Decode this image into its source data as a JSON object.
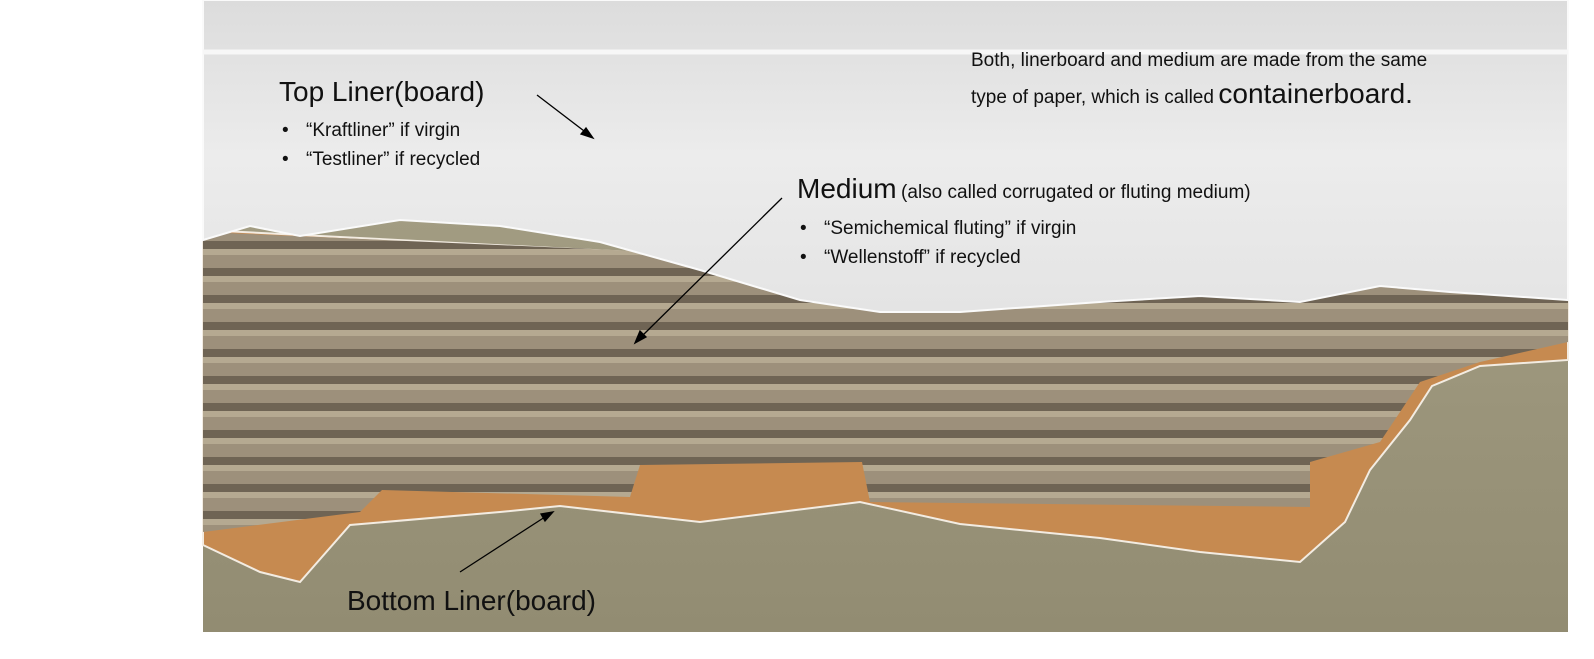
{
  "note": {
    "line1": "Both, linerboard and medium are made from the same",
    "line2": "type of paper, which is called",
    "emphasis": "containerboard."
  },
  "top_liner": {
    "title": "Top Liner(board)",
    "bullets": [
      "“Kraftliner” if virgin",
      "“Testliner” if recycled"
    ]
  },
  "medium": {
    "title": "Medium",
    "subtitle": "(also called corrugated or fluting medium)",
    "bullets": [
      "“Semichemical fluting” if virgin",
      "“Wellenstoff” if recycled"
    ]
  },
  "bottom_liner": {
    "title": "Bottom Liner(board)"
  },
  "colors": {
    "paper": "#e6e6e6",
    "flute": "#9a8d79",
    "bottom_liner": "#c68a50",
    "background": "#a39d82"
  }
}
